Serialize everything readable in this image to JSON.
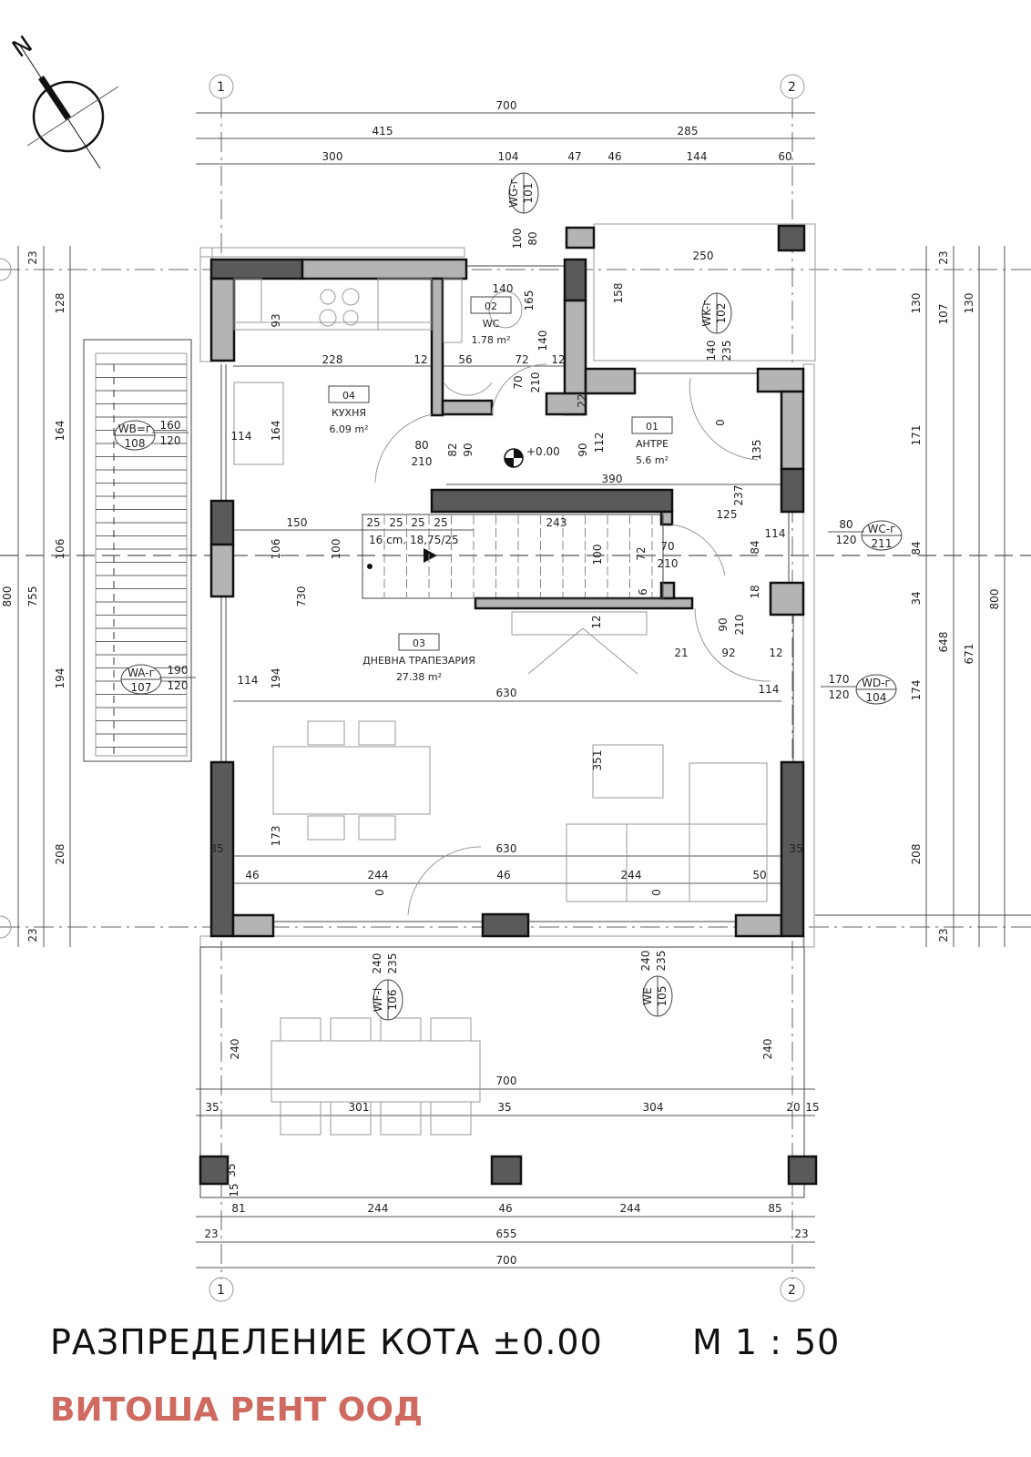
{
  "title": "РАЗПРЕДЕЛЕНИЕ КОТА ±0.00",
  "scale": "М 1 : 50",
  "watermark": "ВИТОША РЕНТ ООД",
  "north_label": "N",
  "grid_axes": [
    "1",
    "2"
  ],
  "level_mark": "+0.00",
  "stairs_note": "16 cm. 18,75/25",
  "rooms": [
    {
      "number": "04",
      "name": "КУХНЯ",
      "area": "6.09 m²"
    },
    {
      "number": "02",
      "name": "WC",
      "area": "1.78 m²"
    },
    {
      "number": "01",
      "name": "АНТРЕ",
      "area": "5.6 m²"
    },
    {
      "number": "03",
      "name": "ДНЕВНА ТРАПЕЗАРИЯ",
      "area": "27.38 m²"
    }
  ],
  "openings": [
    {
      "type": "WG-г",
      "id": "101",
      "width": "100",
      "height": "80"
    },
    {
      "type": "WK-г",
      "id": "102",
      "width": "140",
      "height": "235"
    },
    {
      "type": "WB=г",
      "id": "108",
      "width": "160",
      "height": "120"
    },
    {
      "type": "WA-г",
      "id": "107",
      "width": "190",
      "height": "120"
    },
    {
      "type": "WC-г",
      "id": "211",
      "width": "80",
      "height": "120"
    },
    {
      "type": "WD-г",
      "id": "104",
      "width": "170",
      "height": "120"
    },
    {
      "type": "WF-l",
      "id": "106",
      "width": "240",
      "height": "235"
    },
    {
      "type": "WE",
      "id": "105",
      "width": "240",
      "height": "235"
    }
  ],
  "dimensions": [
    "700",
    "415",
    "285",
    "300",
    "104",
    "47",
    "46",
    "144",
    "60",
    "23",
    "128",
    "164",
    "106",
    "194",
    "208",
    "23",
    "800",
    "755",
    "23",
    "130",
    "107",
    "130",
    "171",
    "84",
    "34",
    "174",
    "208",
    "23",
    "648",
    "671",
    "800",
    "93",
    "228",
    "12",
    "56",
    "72",
    "12",
    "140",
    "165",
    "140",
    "70",
    "210",
    "22",
    "158",
    "250",
    "114",
    "164",
    "80",
    "210",
    "82",
    "90",
    "90",
    "112",
    "390",
    "135",
    "237",
    "125",
    "114",
    "150",
    "106",
    "100",
    "730",
    "25",
    "25",
    "25",
    "25",
    "243",
    "100",
    "72",
    "70",
    "210",
    "84",
    "18",
    "6",
    "12",
    "90",
    "210",
    "21",
    "92",
    "12",
    "114",
    "114",
    "194",
    "630",
    "351",
    "173",
    "630",
    "35",
    "35",
    "46",
    "244",
    "46",
    "244",
    "50",
    "0",
    "0",
    "0",
    "240",
    "240",
    "700",
    "35",
    "301",
    "35",
    "304",
    "20",
    "15",
    "35",
    "15",
    "81",
    "244",
    "46",
    "244",
    "85",
    "23",
    "655",
    "23",
    "700"
  ]
}
